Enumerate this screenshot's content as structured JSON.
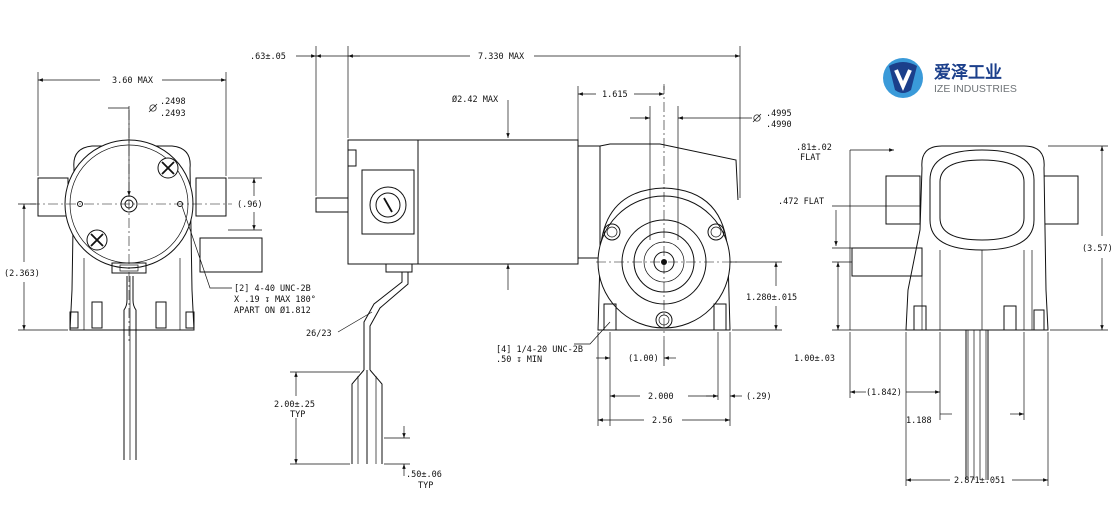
{
  "logo": {
    "cn": "爱泽工业",
    "en": "IZE INDUSTRIES",
    "colors": {
      "primary": "#1b3f8b",
      "secondary": "#3a9ad9",
      "text": "#6f7478"
    }
  },
  "front_view": {
    "width_max": "3.60 MAX",
    "shaft_dia_top": ".2498",
    "shaft_dia_bottom": ".2493",
    "ref_96": "(.96)",
    "height_2363": "(2.363)",
    "holes_1": "[2] 4-40 UNC-2B",
    "holes_2": "X .19 ↧ MAX 180°",
    "holes_3": "APART ON Ø1.812"
  },
  "side_view": {
    "flange_offset": ".63±.05",
    "overall_length": "7.330 MAX",
    "motor_dia": "Ø2.42 MAX",
    "dim_1615": "1.615",
    "output_dia_top": ".4995",
    "output_dia_bottom": ".4990",
    "wire_gauge": "26/23",
    "lead_length": "2.00±.25",
    "lead_length_typ": "TYP",
    "strip_length": ".50±.06",
    "strip_typ": "TYP"
  },
  "gearbox_view": {
    "mount_holes_1": "[4] 1/4-20 UNC-2B",
    "mount_holes_2": ".50 ↧ MIN",
    "shaft_height": "1.280±.015",
    "dim_100_ref": "(1.00)",
    "dim_2000": "2.000",
    "dim_29": "(.29)",
    "dim_256": "2.56"
  },
  "end_view": {
    "flat_81": ".81±.02",
    "flat_label": "FLAT",
    "flat_472": ".472 FLAT",
    "ref_357": "(3.57)",
    "dim_100": "1.00±.03",
    "dim_1842": "(1.842)",
    "dim_1188": "1.188",
    "dim_2871": "2.871±.051"
  }
}
